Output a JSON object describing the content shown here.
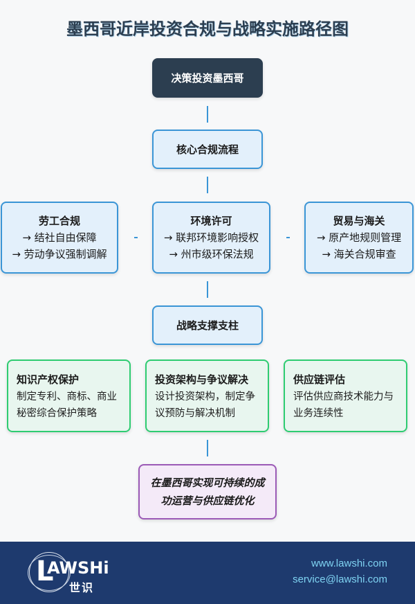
{
  "title": "墨西哥近岸投资合规与战略实施路径图",
  "nodes": {
    "start": "决策投资墨西哥",
    "core": "核心合规流程",
    "labor": {
      "head": "劳工合规",
      "lines": [
        "→ 结社自由保障",
        "→ 劳动争议强制调解"
      ]
    },
    "environment": {
      "head": "环境许可",
      "lines": [
        "→ 联邦环境影响授权",
        "→ 州市级环保法规"
      ]
    },
    "trade": {
      "head": "贸易与海关",
      "lines": [
        "→ 原产地规则管理",
        "→ 海关合规审查"
      ]
    },
    "pillars": "战略支撑支柱",
    "ip": {
      "head": "知识产权保护",
      "desc": "制定专利、商标、商业秘密综合保护策略"
    },
    "structure": {
      "head": "投资架构与争议解决",
      "desc": "设计投资架构，制定争议预防与解决机制"
    },
    "supply": {
      "head": "供应链评估",
      "desc": "评估供应商技术能力与业务连续性"
    },
    "goal": "在墨西哥实现可持续的成功运营与供应链优化"
  },
  "footer": {
    "logo_letter": "L",
    "logo_text": "AWSHi",
    "logo_cn": "世识",
    "website": "www.lawshi.com",
    "email": "service@lawshi.com"
  },
  "colors": {
    "dark_node": "#2c3e50",
    "blue_border": "#3a95d6",
    "blue_fill": "#e3f0fb",
    "green_border": "#2ecc71",
    "green_fill": "#e8f6ef",
    "purple_border": "#9b59b6",
    "purple_fill": "#f4eaf8",
    "footer_bg": "#1e3a6e",
    "footer_text": "#7fd3f2"
  }
}
